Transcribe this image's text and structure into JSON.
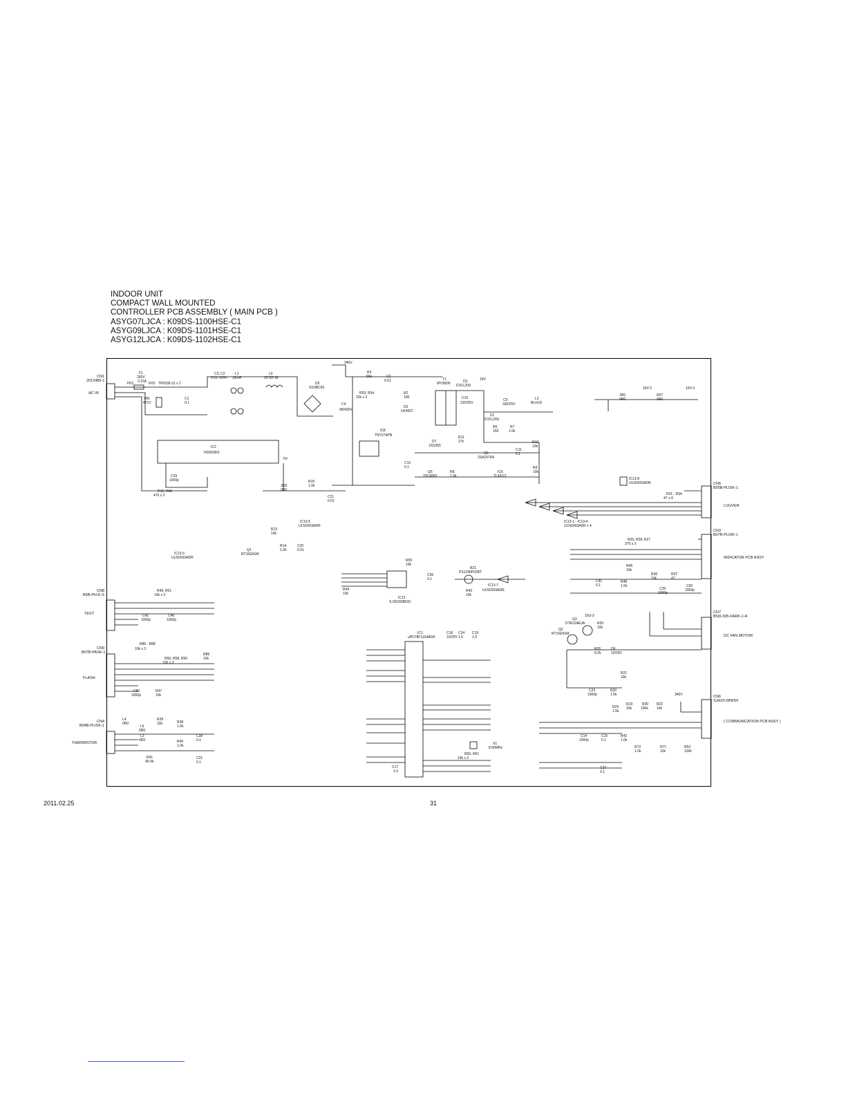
{
  "header": {
    "lines": [
      "INDOOR UNIT",
      "COMPACT WALL MOUNTED",
      "CONTROLLER PCB ASSEMBLY ( MAIN PCB )",
      "ASYG07LJCA : K09DS-1100HSE-C1",
      "ASYG09LJCA : K09DS-1101HSE-C1",
      "ASYG12LJCA : K09DS-1102HSE-C1"
    ]
  },
  "connectors_left": [
    {
      "ref": "CN1",
      "part": "2013485-1",
      "function": "AC  IN"
    },
    {
      "ref": "CN8",
      "part": "B5B-PH-K-S",
      "function": "TEST"
    },
    {
      "ref": "CN9",
      "part": "B07B-PASK-1",
      "function": "FLASH"
    },
    {
      "ref": "CN4",
      "part": "B04B-PLISK-1",
      "function": "THERMISTOR"
    }
  ],
  "connectors_right": [
    {
      "ref": "CN5",
      "part": "B05B-PLISK-1",
      "function": "LOUVER"
    },
    {
      "ref": "CN3",
      "part": "B07B-PLISK-1",
      "function": "INDICATOR PCB ASSY"
    },
    {
      "ref": "CN7",
      "part": "B5(6-5)B-XARK-1-A",
      "function": "DC FAN MOTOR"
    },
    {
      "ref": "CN6",
      "part": "SJH20-08WSF",
      "function": "( COMMUNICATION PCB ASSY )"
    }
  ],
  "components": [
    {
      "ref": "F1",
      "value": "250V"
    },
    {
      "ref": "FH1",
      "value": "3.15A"
    },
    {
      "ref": "FH2",
      "value": "TP0035-31 x 2"
    },
    {
      "ref": "VA1",
      "value": "471V"
    },
    {
      "ref": "C1",
      "value": "0.1"
    },
    {
      "ref": "C3, C2",
      "value": "0.01 <KH>"
    },
    {
      "ref": "L1",
      "value": "19mH"
    },
    {
      "ref": "L5",
      "value": "20*20*16"
    },
    {
      "ref": "D5",
      "value": "S1NBC60"
    },
    {
      "ref": "C4",
      "value": "68/420V"
    },
    {
      "ref": "R3",
      "value": "56k"
    },
    {
      "ref": "C0",
      "value": "0.01"
    },
    {
      "ref": "R53, R54",
      "value": "22k x 2"
    },
    {
      "ref": "R2",
      "value": "100"
    },
    {
      "ref": "D2",
      "value": "UF4007"
    },
    {
      "ref": "T1",
      "value": "MY082N"
    },
    {
      "ref": "D3",
      "value": "D1FL20U"
    },
    {
      "ref": "C10",
      "value": "220/25V"
    },
    {
      "ref": "C9",
      "value": "330/25V"
    },
    {
      "ref": "L2",
      "value": "BLm18"
    },
    {
      "ref": "D1",
      "value": "D1FL20U"
    },
    {
      "ref": "IC8",
      "value": "TNY274PN"
    },
    {
      "ref": "IC2",
      "value": "HI2003R3"
    },
    {
      "ref": "D7",
      "value": "1SS355"
    },
    {
      "ref": "R11",
      "value": "27k"
    },
    {
      "ref": "R6",
      "value": "150"
    },
    {
      "ref": "R7",
      "value": "1.0k"
    },
    {
      "ref": "R10",
      "value": "10k"
    },
    {
      "ref": "Q6",
      "value": "2SA1576A"
    },
    {
      "ref": "C11",
      "value": "0.1"
    },
    {
      "ref": "IC6",
      "value": "TL431IZ"
    },
    {
      "ref": "R9",
      "value": "10k"
    },
    {
      "ref": "C12",
      "value": "0.1"
    },
    {
      "ref": "Q5",
      "value": "2SC4081"
    },
    {
      "ref": "R8",
      "value": "1.0k"
    },
    {
      "ref": "JM1",
      "value": "0R0"
    },
    {
      "ref": "R57",
      "value": "0R0"
    },
    {
      "ref": "C29",
      "value": "1000p"
    },
    {
      "ref": "R12, R46",
      "value": "470 x 2"
    },
    {
      "ref": "JM2",
      "value": "0R0"
    },
    {
      "ref": "R15",
      "value": "1.0k"
    },
    {
      "ref": "C21",
      "value": "0.01"
    },
    {
      "ref": "IC13-5",
      "value": "ULN2003ADR"
    },
    {
      "ref": "R13",
      "value": "10k"
    },
    {
      "ref": "Q1",
      "value": "RT1N241M"
    },
    {
      "ref": "R14",
      "value": "1.0k"
    },
    {
      "ref": "C20",
      "value": "0.01"
    },
    {
      "ref": "IC13-6",
      "value": "ULN2003ADR"
    },
    {
      "ref": "IC13-8",
      "value": "ULN2003ADR"
    },
    {
      "ref": "IC13-1 - IC13-4",
      "value": "ULN2003ADR x 4"
    },
    {
      "ref": "R31 - R34",
      "value": "47 x 4"
    },
    {
      "ref": "R29, R28, R27",
      "value": "270 x 3"
    },
    {
      "ref": "R55",
      "value": "10k"
    },
    {
      "ref": "C36",
      "value": "0.1"
    },
    {
      "ref": "R44",
      "value": "10k"
    },
    {
      "ref": "IC12",
      "value": "S-93C66BD0I"
    },
    {
      "ref": "BZ1",
      "value": "PS1240P02BT"
    },
    {
      "ref": "R43",
      "value": "10k"
    },
    {
      "ref": "IC13-7",
      "value": "ULN2003ADR"
    },
    {
      "ref": "R45",
      "value": "10k"
    },
    {
      "ref": "C41",
      "value": "0.1"
    },
    {
      "ref": "R48",
      "value": "1.0k"
    },
    {
      "ref": "R36",
      "value": "10k"
    },
    {
      "ref": "C25",
      "value": "1000p"
    },
    {
      "ref": "R37",
      "value": "47"
    },
    {
      "ref": "C50",
      "value": "1000p"
    },
    {
      "ref": "R49, R51",
      "value": "10k x 2"
    },
    {
      "ref": "C42",
      "value": "1000p"
    },
    {
      "ref": "C46",
      "value": "1000p"
    },
    {
      "ref": "R86 - R88",
      "value": "10k x 3"
    },
    {
      "ref": "R56, R58, R59",
      "value": "100 x 3"
    },
    {
      "ref": "R89",
      "value": "10k"
    },
    {
      "ref": "C80",
      "value": "1000p"
    },
    {
      "ref": "R47",
      "value": "10k"
    },
    {
      "ref": "L4",
      "value": "0R0"
    },
    {
      "ref": "L6",
      "value": "0R0"
    },
    {
      "ref": "L3",
      "value": "0R0"
    },
    {
      "ref": "R39",
      "value": "10k"
    },
    {
      "ref": "R38",
      "value": "1.0k"
    },
    {
      "ref": "C28",
      "value": "0.1"
    },
    {
      "ref": "R40",
      "value": "1.0k"
    },
    {
      "ref": "R41",
      "value": "49.9k"
    },
    {
      "ref": "C31",
      "value": "0.1"
    },
    {
      "ref": "IC1",
      "value": "uPD78F1104AGK"
    },
    {
      "ref": "C18",
      "value": "10/25V"
    },
    {
      "ref": "C24",
      "value": "1.0"
    },
    {
      "ref": "C19",
      "value": "1.0"
    },
    {
      "ref": "X1",
      "value": "8.00MHz"
    },
    {
      "ref": "R60, R61",
      "value": "10k x 2"
    },
    {
      "ref": "C17",
      "value": "1.0"
    },
    {
      "ref": "Q3",
      "value": "DTA124EUA"
    },
    {
      "ref": "Q2",
      "value": "RT1N241M"
    },
    {
      "ref": "R25",
      "value": "10k"
    },
    {
      "ref": "R26",
      "value": "8.2k"
    },
    {
      "ref": "D6",
      "value": "10/25V"
    },
    {
      "ref": "R21",
      "value": "10k"
    },
    {
      "ref": "C23",
      "value": "1000p"
    },
    {
      "ref": "R20",
      "value": "1.5k"
    },
    {
      "ref": "R23",
      "value": "1.5k"
    },
    {
      "ref": "R19",
      "value": "10k"
    },
    {
      "ref": "R30",
      "value": "100k"
    },
    {
      "ref": "R22",
      "value": "10k"
    },
    {
      "ref": "C14",
      "value": "1000p"
    },
    {
      "ref": "C15",
      "value": "0.1"
    },
    {
      "ref": "R42",
      "value": "1.0k"
    },
    {
      "ref": "R72",
      "value": "1.0k"
    },
    {
      "ref": "R71",
      "value": "10k"
    },
    {
      "ref": "R52",
      "value": "100k"
    },
    {
      "ref": "C37",
      "value": "0.1"
    }
  ],
  "rails": [
    "340V",
    "15V",
    "15V-2",
    "15V-3",
    "5V",
    "15U-3",
    "340V"
  ],
  "footer": {
    "date": "2011.02.25",
    "page": "31"
  }
}
